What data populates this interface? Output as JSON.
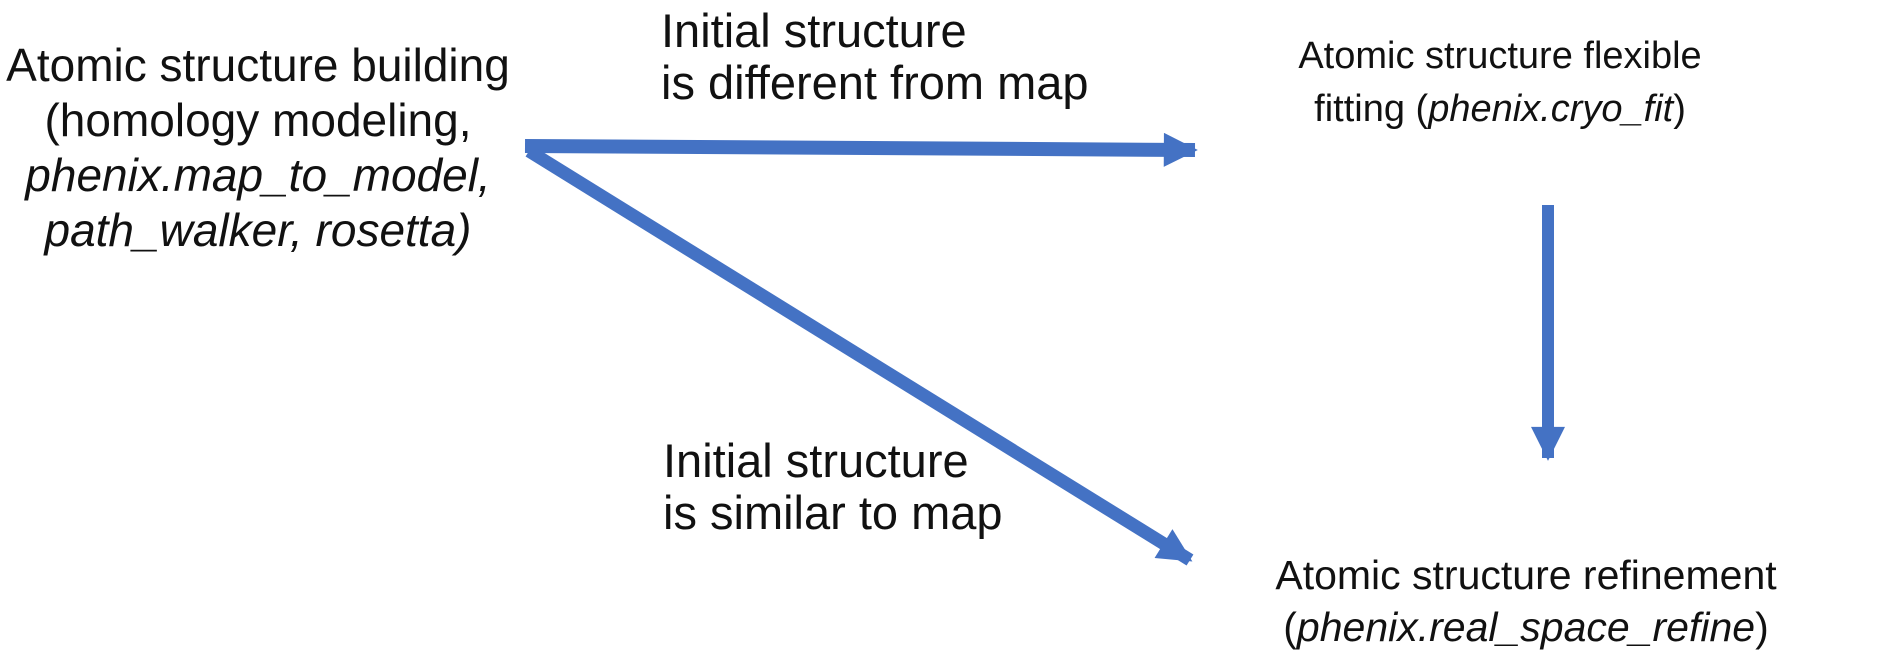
{
  "diagram": {
    "background_color": "#ffffff",
    "text_color": "#111111",
    "arrow_color": "#4472c4",
    "nodes": {
      "building": {
        "line1": "Atomic structure building",
        "line2": "(homology modeling,",
        "line3": "phenix.map_to_model,",
        "line4": "path_walker, rosetta)"
      },
      "fitting": {
        "line1": "Atomic structure flexible",
        "line2_prefix": "fitting (",
        "line2_italic": "phenix.cryo_fit",
        "line2_suffix": ")"
      },
      "refinement": {
        "line1": "Atomic structure refinement",
        "line2_prefix": "(",
        "line2_italic": "phenix.real_space_refine",
        "line2_suffix": ")"
      }
    },
    "edges": {
      "building_to_fitting": {
        "from": "building",
        "to": "fitting",
        "label_line1": "Initial structure",
        "label_line2": "is different from map"
      },
      "building_to_refinement": {
        "from": "building",
        "to": "refinement",
        "label_line1": "Initial structure",
        "label_line2": "is similar to map"
      },
      "fitting_to_refinement": {
        "from": "fitting",
        "to": "refinement"
      }
    }
  }
}
